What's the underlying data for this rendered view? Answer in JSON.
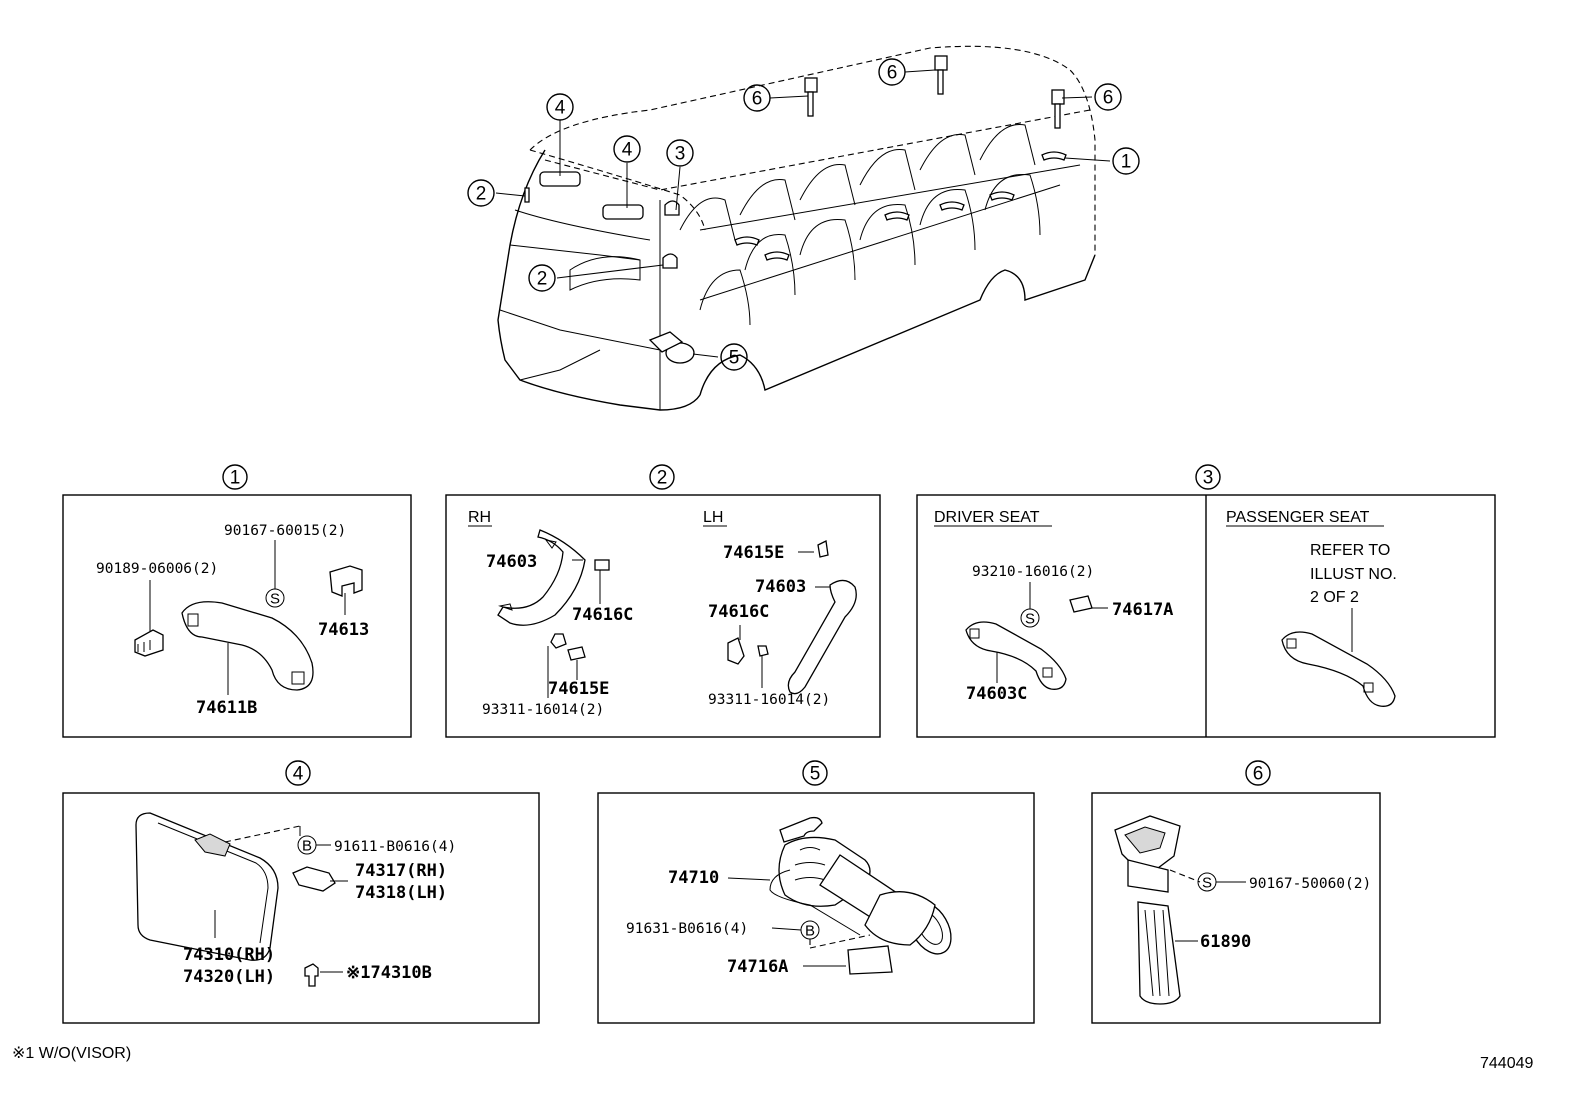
{
  "overview": {
    "callouts": [
      "1",
      "2",
      "2",
      "3",
      "4",
      "4",
      "5",
      "6",
      "6",
      "6"
    ]
  },
  "panels": {
    "p1": {
      "number": "1",
      "parts": {
        "a": "90167-60015(2)",
        "b": "90189-06006(2)",
        "c": "74613",
        "d": "74611B"
      },
      "symbol": "S"
    },
    "p2": {
      "number": "2",
      "rh_label": "RH",
      "lh_label": "LH",
      "rh_parts": {
        "a": "74603",
        "b": "74616C",
        "c": "74615E",
        "d": "93311-16014(2)"
      },
      "lh_parts": {
        "a": "74615E",
        "b": "74603",
        "c": "74616C",
        "d": "93311-16014(2)"
      }
    },
    "p3": {
      "number": "3",
      "driver_label": "DRIVER SEAT",
      "passenger_label": "PASSENGER SEAT",
      "parts": {
        "a": "93210-16016(2)",
        "b": "74617A",
        "c": "74603C"
      },
      "symbol": "S",
      "refer_lines": [
        "REFER TO",
        "ILLUST NO.",
        "2 OF 2"
      ]
    },
    "p4": {
      "number": "4",
      "parts": {
        "a": "91611-B0616(4)",
        "b": "74317(RH)",
        "c": "74318(LH)",
        "d": "74310(RH)",
        "e": "74320(LH)",
        "f": "※174310B"
      },
      "symbol": "B"
    },
    "p5": {
      "number": "5",
      "parts": {
        "a": "74710",
        "b": "91631-B0616(4)",
        "c": "74716A"
      },
      "symbol": "B"
    },
    "p6": {
      "number": "6",
      "parts": {
        "a": "90167-50060(2)",
        "b": "61890"
      },
      "symbol": "S"
    }
  },
  "footnote": "※1 W/O(VISOR)",
  "figure_id": "744049"
}
